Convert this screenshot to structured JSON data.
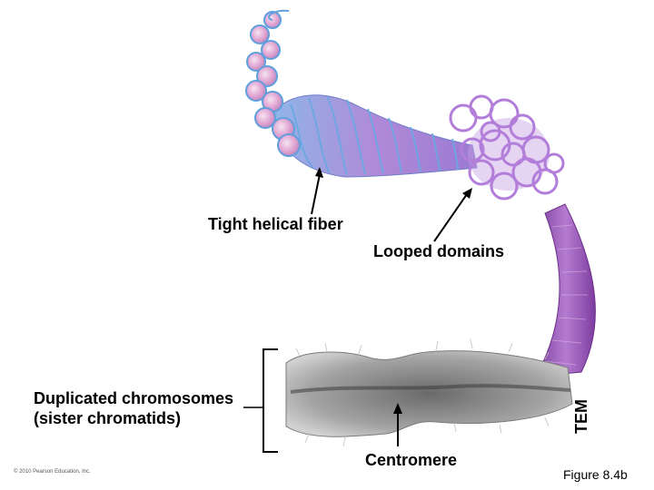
{
  "labels": {
    "tight_helical_fiber": "Tight helical fiber",
    "looped_domains": "Looped domains",
    "duplicated_line1": "Duplicated chromosomes",
    "duplicated_line2": "(sister chromatids)",
    "centromere": "Centromere",
    "tem": "TEM",
    "copyright": "© 2010 Pearson Education, Inc.",
    "figure": "Figure 8.4b"
  },
  "colors": {
    "coil_blue": "#5f9fdc",
    "coil_pink": "#e9b6dc",
    "fiber_lavender": "#9d83d6",
    "loop_purple": "#b27ed9",
    "stalk_purple": "#a25cc0",
    "chromosome_gray": "#8c8c8c",
    "chromosome_dark": "#3c3c3c"
  }
}
